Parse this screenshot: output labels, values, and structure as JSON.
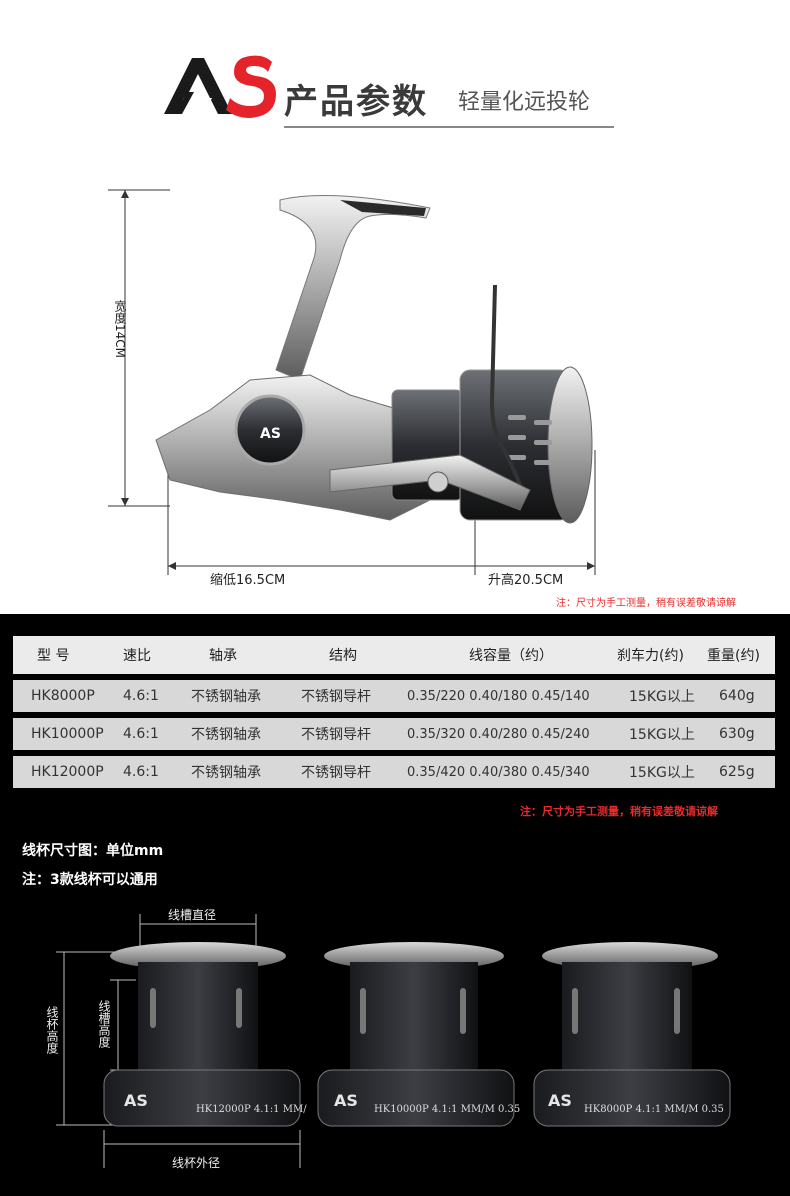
{
  "header": {
    "title": "产品参数",
    "subtitle": "轻量化远投轮"
  },
  "reel_dims": {
    "width_label": "宽度14CM",
    "low_label": "缩低16.5CM",
    "high_label": "升高20.5CM",
    "note": "注：尺寸为手工测量，稍有误差敬请谅解"
  },
  "table": {
    "headers": [
      "型 号",
      "速比",
      "轴承",
      "结构",
      "线容量（约）",
      "刹车力(约)",
      "重量(约)"
    ],
    "rows": [
      [
        "HK8000P",
        "4.6:1",
        "不锈钢轴承",
        "不锈钢导杆",
        "0.35/220  0.40/180  0.45/140",
        "15KG以上",
        "640g"
      ],
      [
        "HK10000P",
        "4.6:1",
        "不锈钢轴承",
        "不锈钢导杆",
        "0.35/320  0.40/280  0.45/240",
        "15KG以上",
        "630g"
      ],
      [
        "HK12000P",
        "4.6:1",
        "不锈钢轴承",
        "不锈钢导杆",
        "0.35/420  0.40/380  0.45/340",
        "15KG以上",
        "625g"
      ]
    ],
    "note": "注：尺寸为手工测量，稍有误差敬请谅解"
  },
  "spool_info": {
    "line1": "线杯尺寸图：单位mm",
    "line2": "注：3款线杯可以通用",
    "groove_diameter": "线槽直径",
    "groove_height": "线槽高度",
    "cup_height": "线杯高度",
    "cup_outer": "线杯外径",
    "spools": [
      {
        "model": "HK12000P",
        "ratio": "4.1:1",
        "unit": "MM/"
      },
      {
        "model": "HK10000P",
        "ratio": "4.1:1",
        "unit": "MM/M 0.35"
      },
      {
        "model": "HK8000P",
        "ratio": "4.1:1",
        "unit": "MM/M 0.35"
      }
    ]
  }
}
